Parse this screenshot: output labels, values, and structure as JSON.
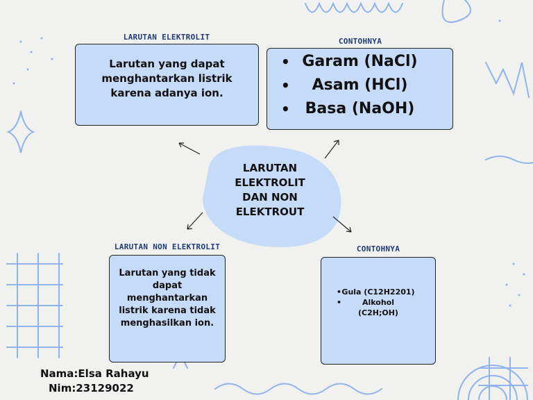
{
  "center": {
    "title_lines": [
      "LARUTAN",
      "ELEKTROLIT",
      "DAN NON",
      "ELEKTROUT"
    ]
  },
  "top_left": {
    "heading": "LARUTAN ELEKTROLIT",
    "text": "Larutan yang dapat menghantarkan listrik karena adanya ion."
  },
  "top_right": {
    "heading": "CONTOHNYA",
    "items": [
      "Garam (NaCl)",
      "Asam (HCl)",
      "Basa (NaOH)"
    ]
  },
  "bottom_left": {
    "heading": "LARUTAN NON ELEKTROLIT",
    "text": "Larutan yang tidak dapat menghantarkan listrik karena tidak menghasilkan ion."
  },
  "bottom_right": {
    "heading": "CONTOHNYA",
    "items": [
      "Gula (C12H2201)",
      "Alkohol (C2H;OH)"
    ]
  },
  "footer": {
    "name": "Nama:Elsa Rahayu",
    "nim": "Nim:23129022"
  },
  "colors": {
    "box_fill": "#c6dbf7",
    "blob_fill": "#c6dbf7",
    "heading": "#1f3b78",
    "decor": "#8fb3ec",
    "background": "#f1f1ef"
  }
}
